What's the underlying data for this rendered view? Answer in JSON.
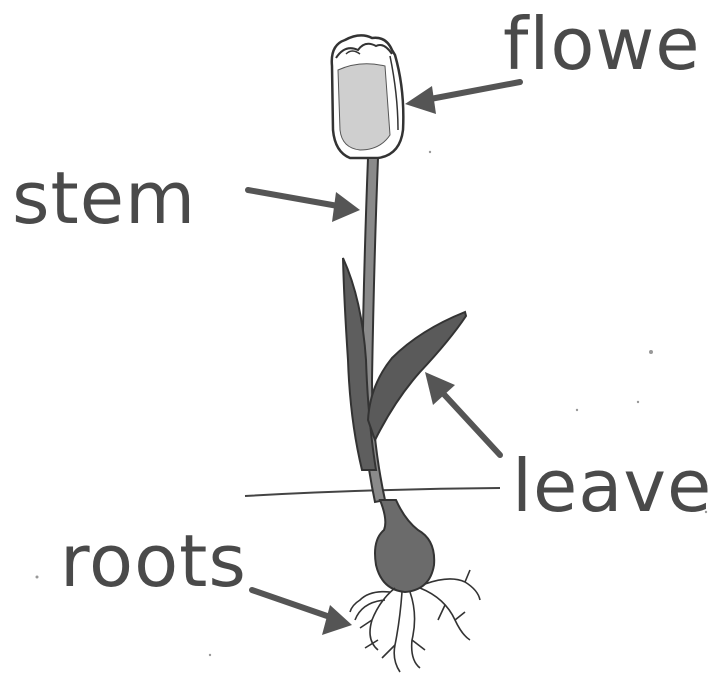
{
  "labels": {
    "flower": "flowe",
    "stem": "stem",
    "leave": "leave",
    "roots": "roots"
  },
  "colors": {
    "ink": "#3a3a3a",
    "arrow": "#555555",
    "leaf_fill": "#5a5a5a",
    "petal_fill": "#d9d9d9",
    "bulb_fill": "#6b6b6b"
  }
}
